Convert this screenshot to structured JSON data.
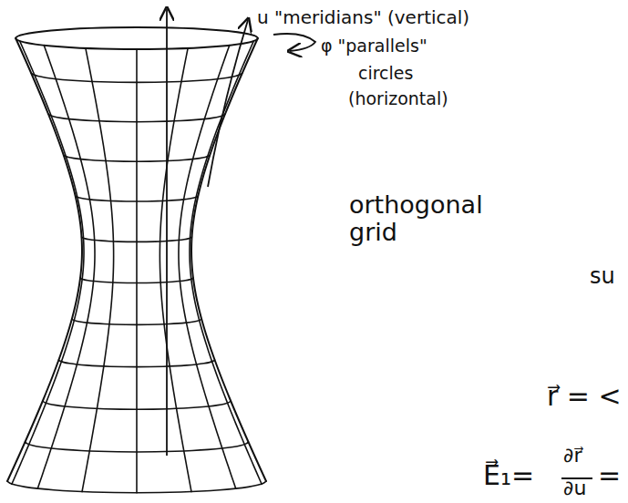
{
  "diagram": {
    "labels": [
      "u \"meridians\" (vertical)",
      "φ \"parallels\"",
      "circles",
      "(horizontal)",
      "orthogonal grid",
      "su",
      "r⃗ = <",
      "E⃗₁=",
      "∂r⃗",
      "∂u",
      "="
    ]
  }
}
